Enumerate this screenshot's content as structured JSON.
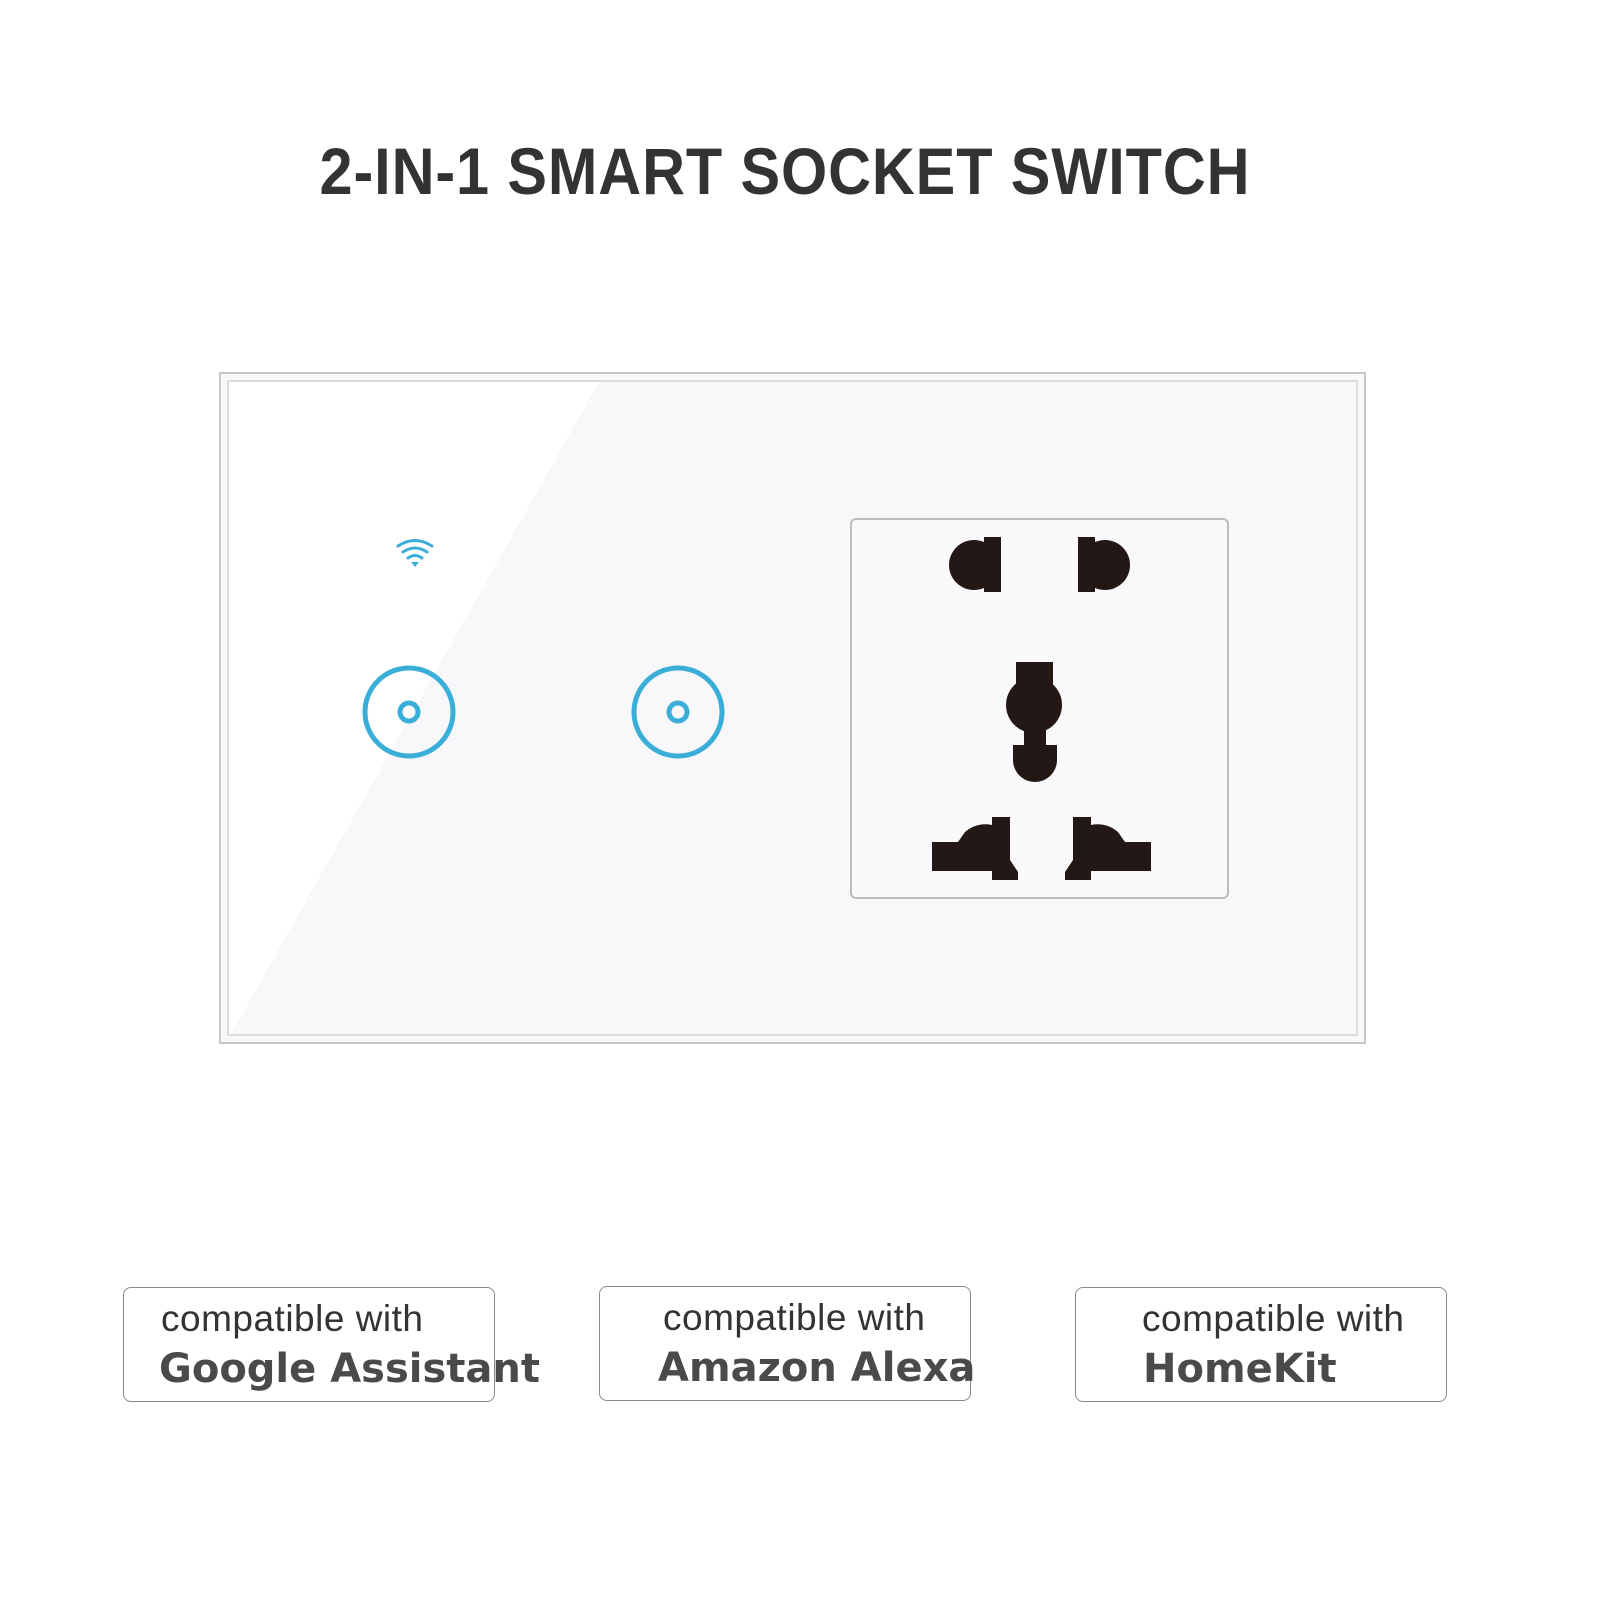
{
  "title": "2-IN-1 SMART SOCKET SWITCH",
  "panel": {
    "wifi_indicator": {
      "icon": "wifi-icon",
      "color": "#3aaed8"
    },
    "touch_buttons": [
      {
        "icon": "touch-button-ring-icon",
        "color": "#3aaed8"
      },
      {
        "icon": "touch-button-ring-icon",
        "color": "#3aaed8"
      }
    ],
    "socket": {
      "type": "universal-5-pin",
      "icon": "universal-socket-icon",
      "pin_color": "#231815"
    }
  },
  "badges": [
    {
      "line1": "compatible with",
      "line2": "Google Assistant"
    },
    {
      "line1": "compatible with",
      "line2": "Amazon Alexa"
    },
    {
      "line1": "compatible with",
      "line2": "HomeKit"
    }
  ],
  "colors": {
    "accent_blue": "#3aaed8",
    "title_text": "#333333",
    "frame_border": "#c9c6c6"
  }
}
